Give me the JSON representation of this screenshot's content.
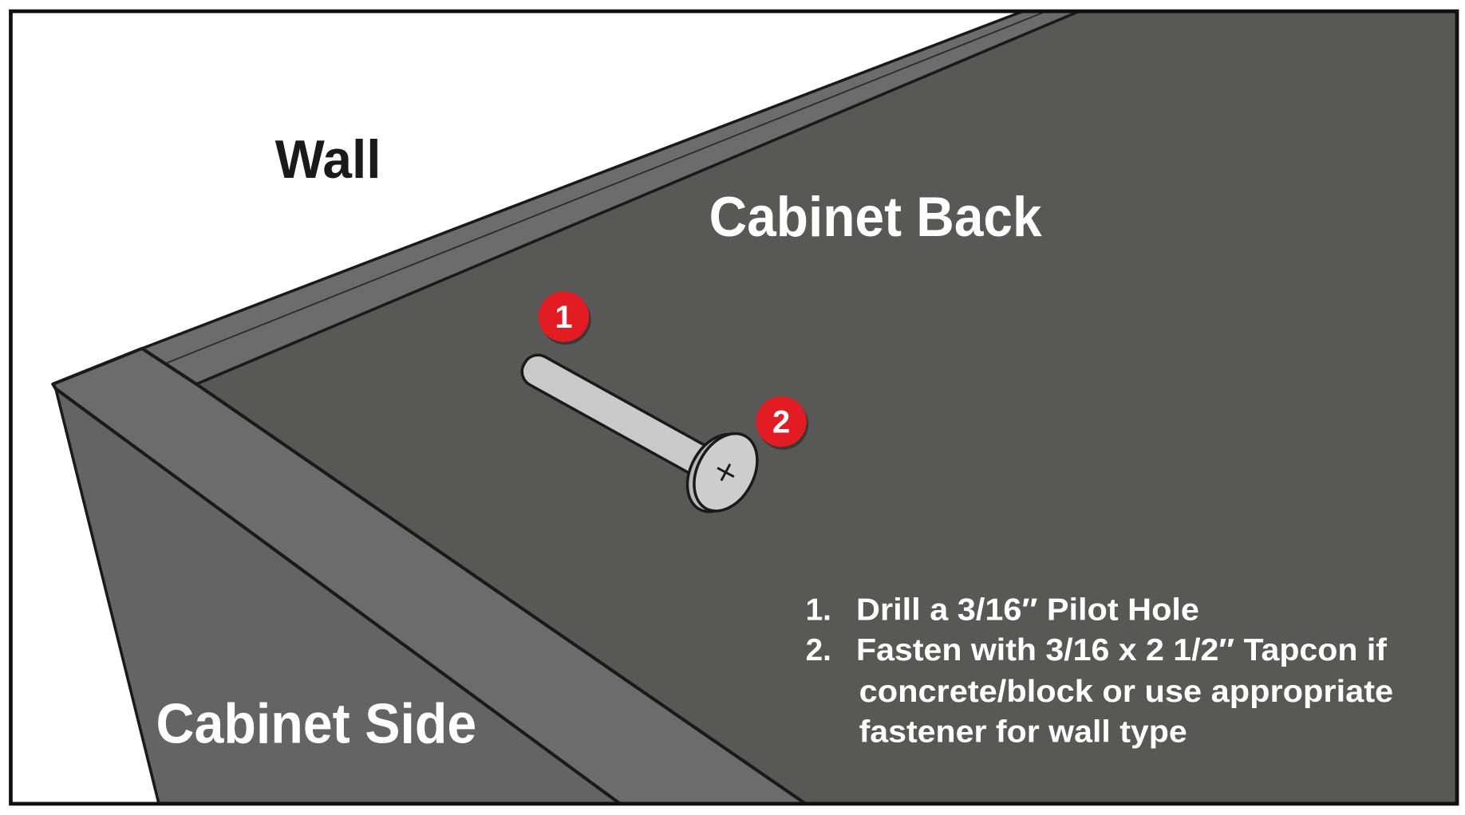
{
  "labels": {
    "wall": "Wall",
    "cabinet_back": "Cabinet Back",
    "cabinet_side": "Cabinet Side"
  },
  "badges": [
    {
      "number": "1"
    },
    {
      "number": "2"
    }
  ],
  "instructions": [
    {
      "number": "1.",
      "lines": [
        "Drill a 3/16″ Pilot Hole"
      ]
    },
    {
      "number": "2.",
      "lines": [
        "Fasten with 3/16 x 2 1/2″ Tapcon if",
        "concrete/block or use appropriate",
        "fastener for wall type"
      ]
    }
  ],
  "colors": {
    "badge": "#e31b23",
    "cabinet_back": "#585857",
    "cabinet_side": "#636463",
    "edge_strip": "#6b6c6b",
    "screw": "#c9c9c9"
  }
}
